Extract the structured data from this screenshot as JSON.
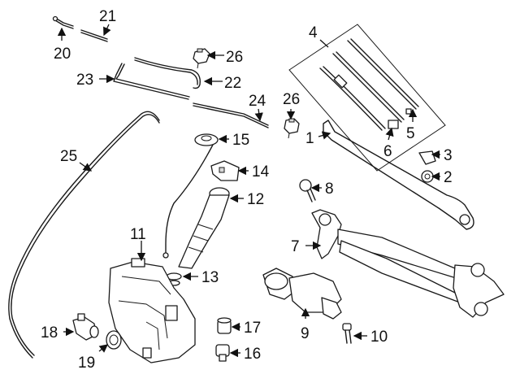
{
  "callouts": {
    "c1": "1",
    "c2": "2",
    "c3": "3",
    "c4": "4",
    "c5": "5",
    "c6": "6",
    "c7": "7",
    "c8": "8",
    "c9": "9",
    "c10": "10",
    "c11": "11",
    "c12": "12",
    "c13": "13",
    "c14": "14",
    "c15": "15",
    "c16": "16",
    "c17": "17",
    "c18": "18",
    "c19": "19",
    "c20": "20",
    "c21": "21",
    "c22": "22",
    "c23": "23",
    "c24": "24",
    "c25": "25",
    "c26a": "26",
    "c26b": "26"
  }
}
